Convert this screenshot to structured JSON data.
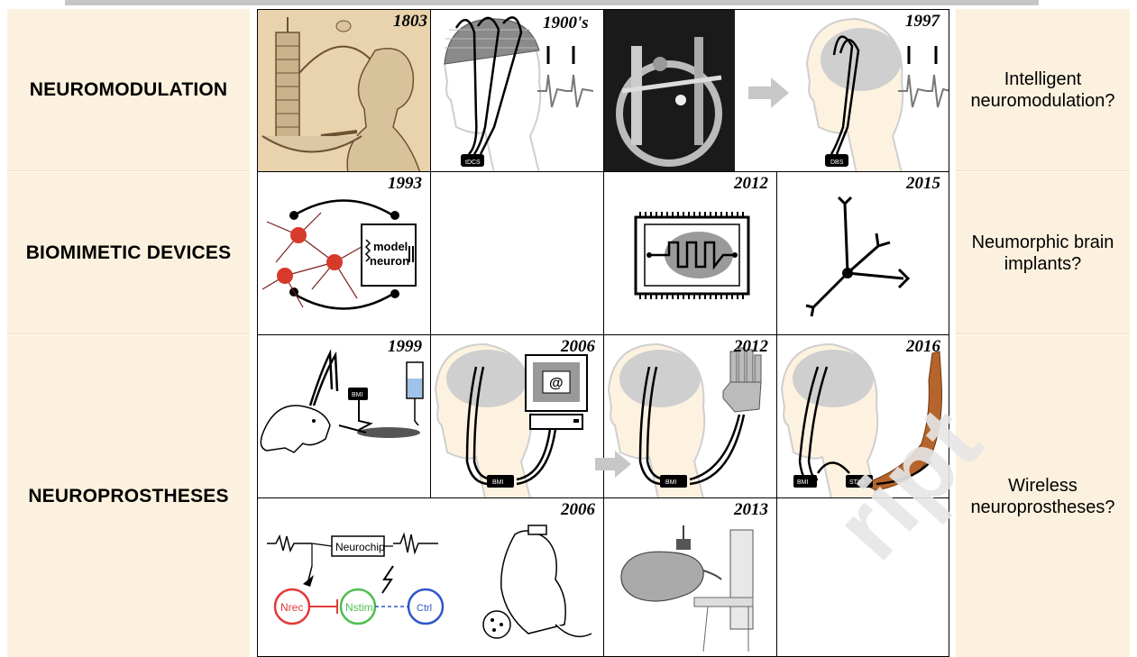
{
  "rows": {
    "neuromodulation": {
      "label": "NEUROMODULATION",
      "future": "Intelligent neuromodulation?"
    },
    "biomimetic": {
      "label": "BIOMIMETIC DEVICES",
      "future": "Neumorphic brain implants?"
    },
    "neuroprostheses": {
      "label": "NEUROPROSTHESES",
      "future": "Wireless neuroprostheses?"
    }
  },
  "years": {
    "y1803": "1803",
    "y1900s": "1900's",
    "y1997": "1997",
    "y1993": "1993",
    "y2012a": "2012",
    "y2015": "2015",
    "y1999": "1999",
    "y2006a": "2006",
    "y2012b": "2012",
    "y2016": "2016",
    "y2006b": "2006",
    "y2013": "2013"
  },
  "labels": {
    "tdcs": "tDCS",
    "dbs": "DBS",
    "model": "model",
    "neuron": "neuron",
    "bmi": "BMI",
    "stim": "STIM",
    "neurochip": "Neurochip",
    "nrec": "Nrec",
    "nstim": "Nstim",
    "ctrl": "Ctrl",
    "at": "@"
  },
  "colors": {
    "panel_bg": "#fcf1de",
    "nrec": "#e23a3a",
    "nstim": "#4fbf4f",
    "ctrl": "#2f57c7"
  },
  "watermark": "ript"
}
